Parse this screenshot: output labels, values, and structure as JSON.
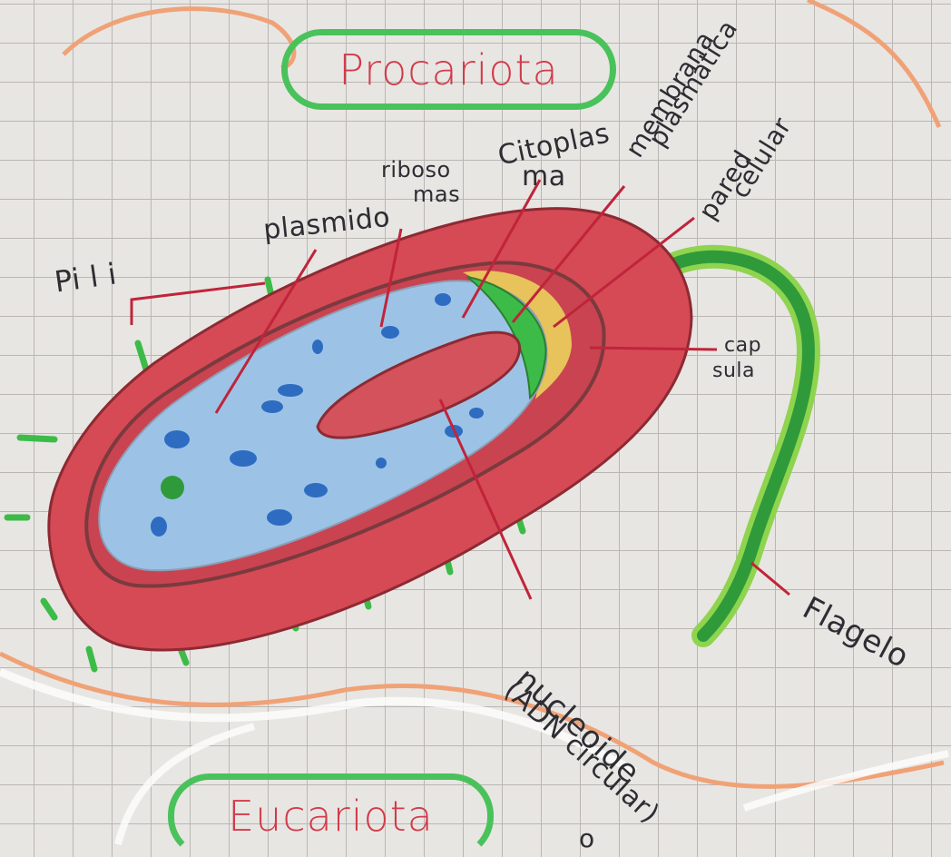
{
  "titles": {
    "top": "Procariota",
    "bottom": "Eucariota"
  },
  "labels": {
    "pili": "Pi l i",
    "plasmido": "plasmido",
    "ribosomas_1": "riboso",
    "ribosomas_2": "mas",
    "citoplasma_1": "Citoplas",
    "citoplasma_2": "ma",
    "membrana_1": "membrana",
    "membrana_2": "plasmatica",
    "pared_1": "pared",
    "pared_2": "celular",
    "capsula_1": "cap",
    "capsula_2": "sula",
    "flagelo": "Flagelo",
    "nucleoide": "nucleoide",
    "adn": "(ADN circular)",
    "bottom_fragment": "o"
  },
  "colors": {
    "paper": "#e8e6e3",
    "grid": "#b9b6b3",
    "capsule_red": "#d54a55",
    "cytoplasm_blue": "#9cc3e6",
    "ribosome_blue": "#2e6cc2",
    "membrane_green": "#3dbb48",
    "wall_yellow": "#e8c25a",
    "title_red": "#d23b4a",
    "title_box_green": "#4ac25b",
    "pointer_red": "#c0243a",
    "ink": "#2d2d33"
  }
}
